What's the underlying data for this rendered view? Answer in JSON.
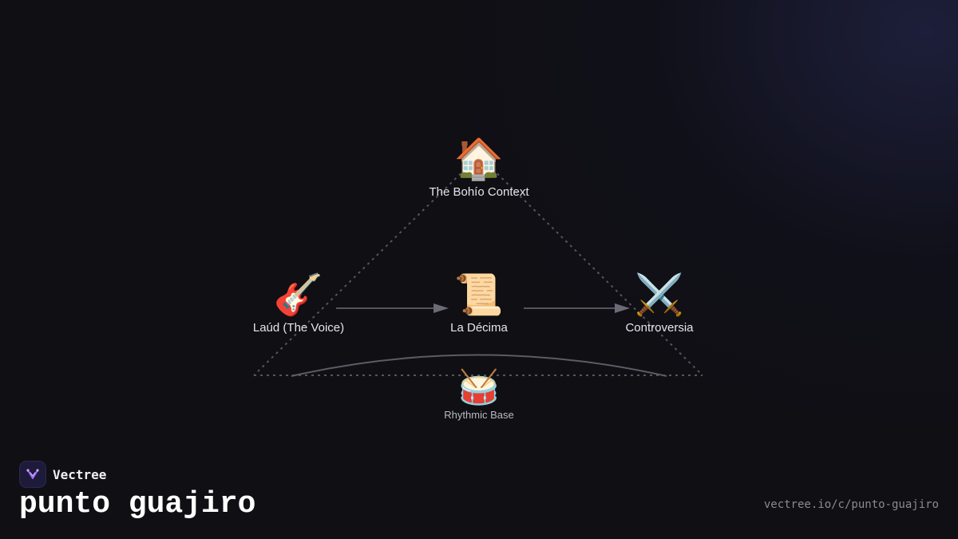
{
  "diagram": {
    "nodes": {
      "top": {
        "emoji": "🏠",
        "label": "The Bohío Context"
      },
      "left": {
        "emoji": "🎸",
        "label": "Laúd (The Voice)"
      },
      "center": {
        "emoji": "📜",
        "label": "La Décima"
      },
      "right": {
        "emoji": "⚔️",
        "label": "Controversia"
      },
      "bottom": {
        "emoji": "🥁",
        "label": "Rhythmic Base"
      }
    },
    "edges": [
      {
        "from": "left",
        "to": "center",
        "style": "solid-arrow"
      },
      {
        "from": "center",
        "to": "right",
        "style": "solid-arrow"
      }
    ],
    "line_color": "#6b6b75"
  },
  "footer": {
    "brand_name": "Vectree",
    "brand_icon": "vectree-logo-icon",
    "title": "punto guajiro",
    "url": "vectree.io/c/punto-guajiro"
  },
  "colors": {
    "background": "#0f0f14",
    "accent_logo": "#9b6bff"
  }
}
